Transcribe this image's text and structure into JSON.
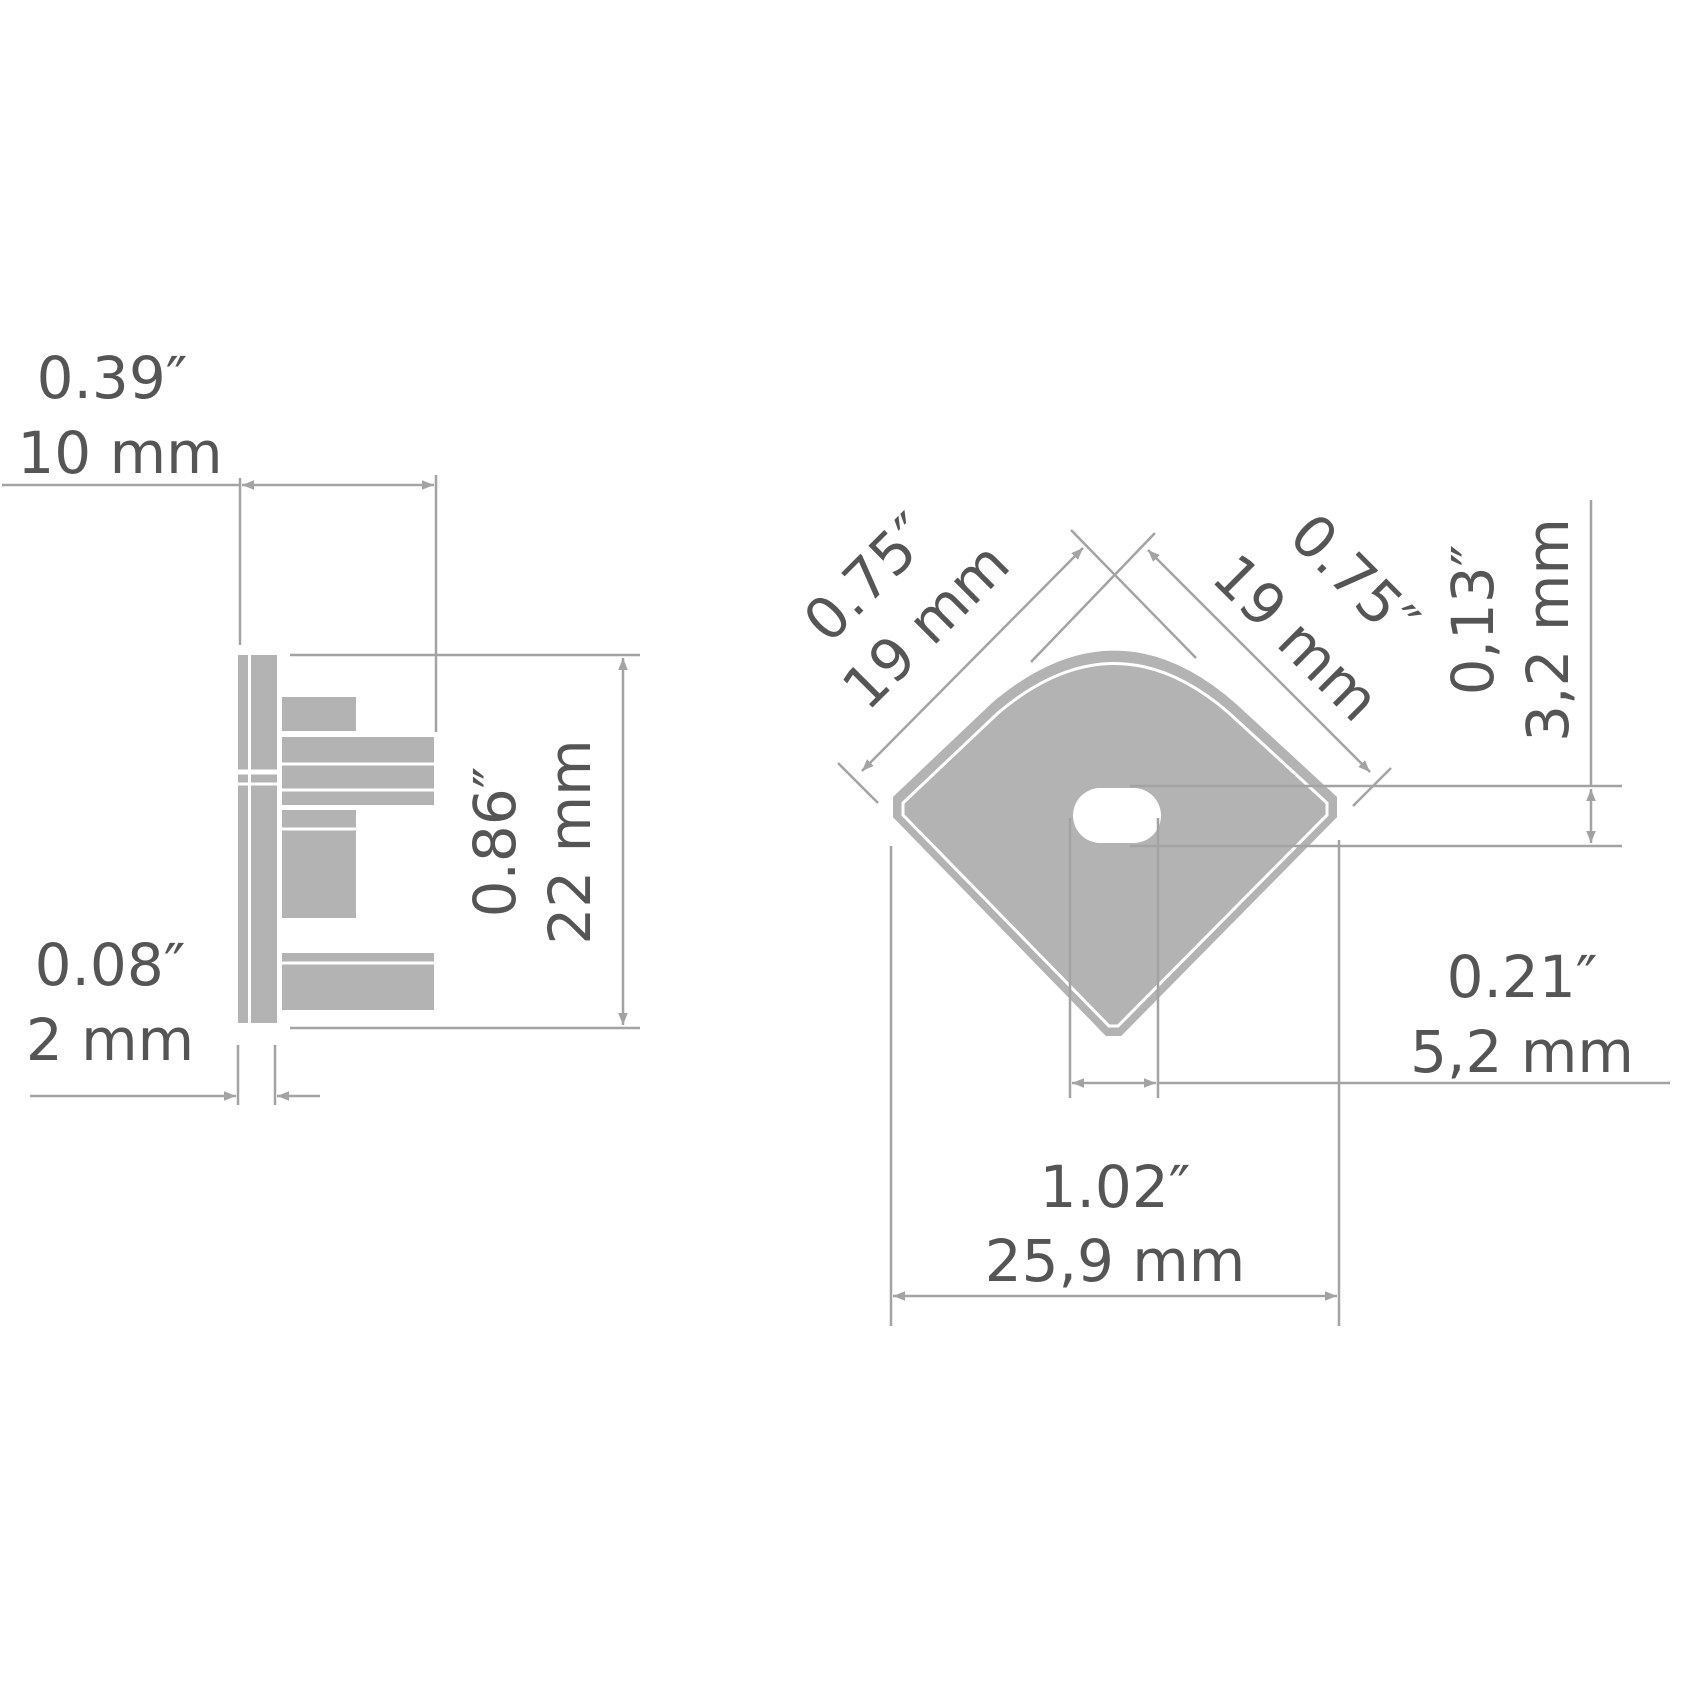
{
  "diagram": {
    "line_color": "#a3a3a3",
    "part_color": "#b3b3b3",
    "text_color": "#555555",
    "side_view": {
      "depth": {
        "inch": "0.39″",
        "mm": "10 mm"
      },
      "height": {
        "inch": "0.86″",
        "mm": "22 mm"
      },
      "flange": {
        "inch": "0.08″",
        "mm": "2 mm"
      }
    },
    "front_view": {
      "side_left": {
        "inch": "0.75″",
        "mm": "19 mm"
      },
      "side_right": {
        "inch": "0.75″",
        "mm": "19 mm"
      },
      "hole_height": {
        "inch": "0,13″",
        "mm": "3,2 mm"
      },
      "hole_width": {
        "inch": "0.21″",
        "mm": "5,2 mm"
      },
      "overall_width": {
        "inch": "1.02″",
        "mm": "25,9 mm"
      }
    }
  }
}
